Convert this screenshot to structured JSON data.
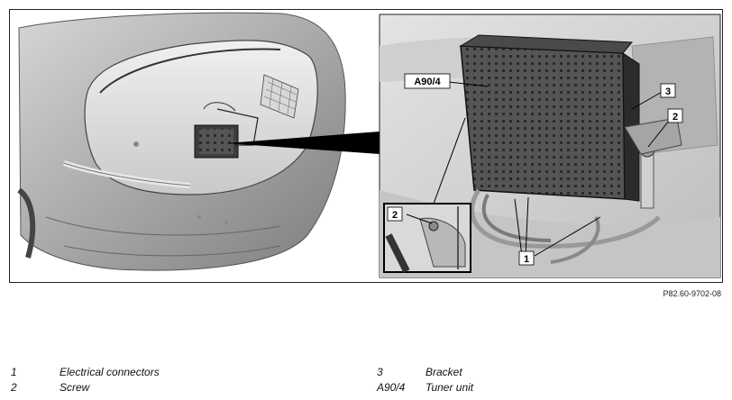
{
  "figure": {
    "callouts": {
      "tuner_unit": "A90/4",
      "bracket": "3",
      "screw": "2",
      "screw_inset": "2",
      "connectors": "1"
    },
    "id": "P82.60-9702-08"
  },
  "legend": [
    {
      "num": "1",
      "label": "Electrical connectors"
    },
    {
      "num": "2",
      "label": "Screw"
    },
    {
      "num": "3",
      "label": "Bracket"
    },
    {
      "num": "A90/4",
      "label": "Tuner unit"
    }
  ]
}
